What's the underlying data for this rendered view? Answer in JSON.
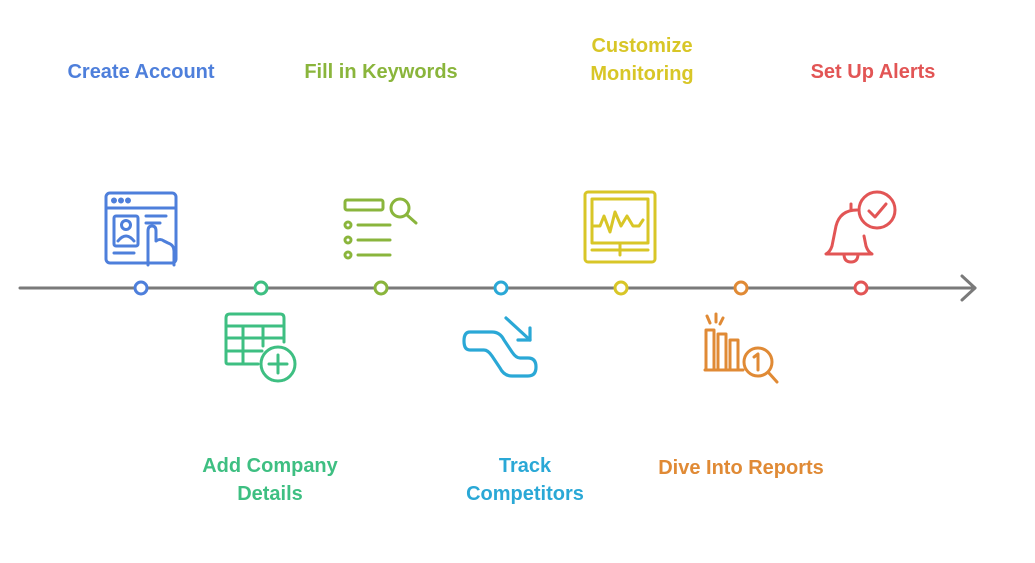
{
  "steps": [
    {
      "lines": [
        "Create Account"
      ],
      "color": "#4e7fdb",
      "icon": "browser-hand-icon"
    },
    {
      "lines": [
        "Add Company",
        "Details"
      ],
      "color": "#3ebf82",
      "icon": "table-plus-icon"
    },
    {
      "lines": [
        "Fill in Keywords"
      ],
      "color": "#8ab53c",
      "icon": "list-search-icon"
    },
    {
      "lines": [
        "Track",
        "Competitors"
      ],
      "color": "#2aa8d6",
      "icon": "escalator-icon"
    },
    {
      "lines": [
        "Customize",
        "Monitoring"
      ],
      "color": "#d8c627",
      "icon": "monitor-waveform-icon"
    },
    {
      "lines": [
        "Dive Into Reports"
      ],
      "color": "#e08a35",
      "icon": "bar-chart-magnifier-icon"
    },
    {
      "lines": [
        "Set Up Alerts"
      ],
      "color": "#e25555",
      "icon": "bell-check-icon"
    }
  ],
  "axis_color": "#7a7a7a"
}
